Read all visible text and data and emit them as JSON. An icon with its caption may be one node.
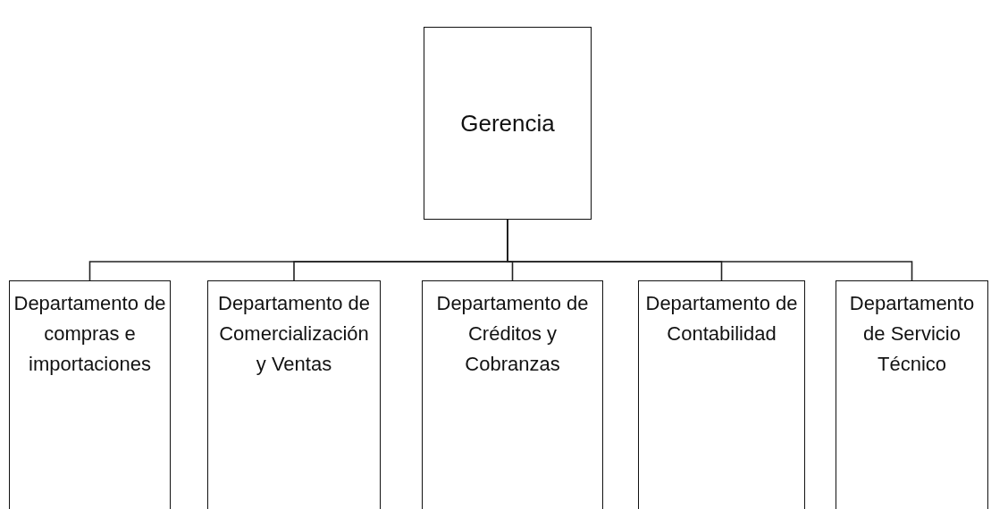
{
  "diagram": {
    "nodes": [
      {
        "text": [
          "Gerencia"
        ]
      },
      {
        "text": [
          "Departamento de compras e importaciones"
        ]
      },
      {
        "text": [
          "Departamento de Comercialización y Ventas"
        ]
      },
      {
        "text": [
          "Departamento de Créditos y Cobranzas"
        ]
      },
      {
        "text": [
          "Departamento de Contabilidad"
        ]
      },
      {
        "text": [
          "Departamento de Servicio Técnico"
        ]
      }
    ],
    "edges": [
      {
        "from": 0,
        "to": 1,
        "arrow": "none"
      },
      {
        "from": 0,
        "to": 2,
        "arrow": "none"
      },
      {
        "from": 0,
        "to": 3,
        "arrow": "none"
      },
      {
        "from": 0,
        "to": 4,
        "arrow": "none"
      },
      {
        "from": 0,
        "to": 5,
        "arrow": "none"
      }
    ]
  }
}
